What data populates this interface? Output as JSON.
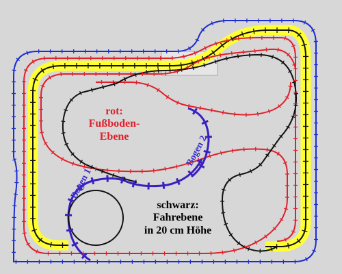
{
  "colors": {
    "background": "#d7d7d7",
    "red_track": "#e0202a",
    "black_track": "#111111",
    "blue_track": "#1c2cd0",
    "arc_track": "#3a1fc0",
    "highlight": "#ffff33",
    "red_text": "#e0202a",
    "arc_text": "#3a2cc8"
  },
  "labels": {
    "red_level_1": "rot:",
    "red_level_2": "Fußboden-",
    "red_level_3": "Ebene",
    "black_level_1": "schwarz:",
    "black_level_2": "Fahrebene",
    "black_level_3": "in 20 cm Höhe",
    "arc_1": "Bogen 1",
    "arc_2": "Bogen 2"
  }
}
